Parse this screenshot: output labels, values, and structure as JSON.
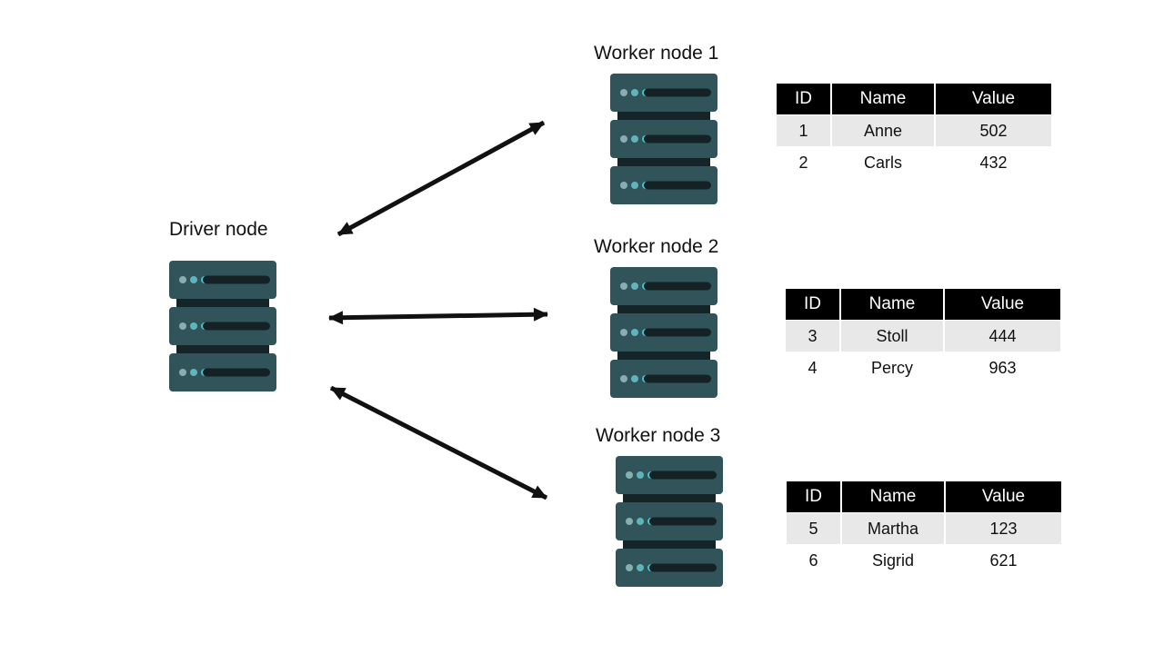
{
  "nodes": {
    "driver": {
      "label": "Driver node",
      "icon": "server-stack-icon"
    },
    "workers": [
      {
        "label": "Worker node 1",
        "icon": "server-stack-icon",
        "table": {
          "headers": [
            "ID",
            "Name",
            "Value"
          ],
          "rows": [
            [
              "1",
              "Anne",
              "502"
            ],
            [
              "2",
              "Carls",
              "432"
            ]
          ]
        }
      },
      {
        "label": "Worker node 2",
        "icon": "server-stack-icon",
        "table": {
          "headers": [
            "ID",
            "Name",
            "Value"
          ],
          "rows": [
            [
              "3",
              "Stoll",
              "444"
            ],
            [
              "4",
              "Percy",
              "963"
            ]
          ]
        }
      },
      {
        "label": "Worker node 3",
        "icon": "server-stack-icon",
        "table": {
          "headers": [
            "ID",
            "Name",
            "Value"
          ],
          "rows": [
            [
              "5",
              "Martha",
              "123"
            ],
            [
              "6",
              "Sigrid",
              "621"
            ]
          ]
        }
      }
    ]
  },
  "connections": [
    {
      "from": "driver-node",
      "to": "worker-node-1",
      "type": "bidirectional-arrow"
    },
    {
      "from": "driver-node",
      "to": "worker-node-2",
      "type": "bidirectional-arrow"
    },
    {
      "from": "driver-node",
      "to": "worker-node-3",
      "type": "bidirectional-arrow"
    }
  ],
  "colors": {
    "background": "#FFFFFF",
    "arrow": "#111111",
    "server_body": "#305459",
    "server_connector": "#152428",
    "server_slot": "#142226",
    "led_1": "#87AFAF",
    "led_2": "#5FB5BC",
    "led_3": "#43C5D1",
    "table_header_bg": "#000000",
    "table_header_text": "#FFFFFF",
    "table_alt_row_bg": "#E8E8E8"
  }
}
